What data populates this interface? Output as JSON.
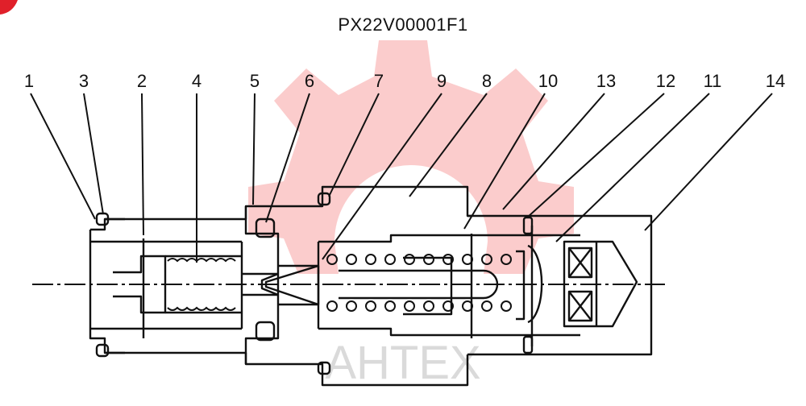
{
  "title": "PX22V00001F1",
  "watermark": "AHTEX",
  "colors": {
    "ink": "#111111",
    "watermark": "#f04848",
    "corner": "#e0202a"
  },
  "callouts": [
    "1",
    "3",
    "2",
    "4",
    "5",
    "6",
    "7",
    "9",
    "8",
    "10",
    "13",
    "12",
    "11",
    "14"
  ]
}
